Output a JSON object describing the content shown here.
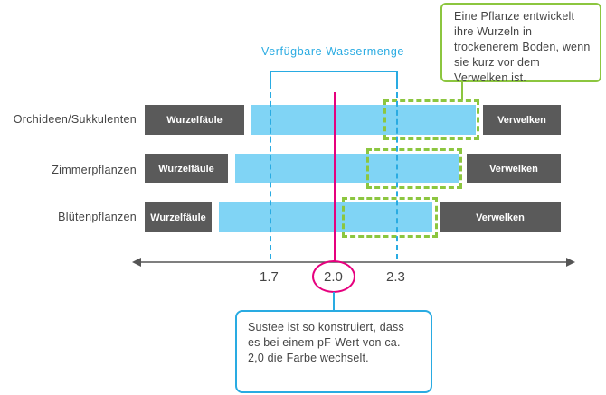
{
  "header": {
    "water_label": "Verfügbare Wassermenge"
  },
  "rows": [
    {
      "label": "Orchideen/Sukkulenten",
      "left": "Wurzelfäule",
      "right": "Verwelken"
    },
    {
      "label": "Zimmerpflanzen",
      "left": "Wurzelfäule",
      "right": "Verwelken"
    },
    {
      "label": "Blütenpflanzen",
      "left": "Wurzelfäule",
      "right": "Verwelken"
    }
  ],
  "axis": {
    "ticks": [
      "1.7",
      "2.0",
      "2.3"
    ]
  },
  "callouts": {
    "wilt_note": "Eine Pflanze entwickelt ihre Wurzeln in trockenerem Boden, wenn sie kurz vor dem Verwelken ist.",
    "sustee_note": "Sustee ist so konstruiert, dass es bei einem pF-Wert von ca. 2,0 die Farbe wechselt."
  },
  "colors": {
    "water": "#29abe2",
    "range": "#80d4f5",
    "dry": "#8cc63f",
    "marker": "#e6007e",
    "bar": "#5a5a5a"
  }
}
